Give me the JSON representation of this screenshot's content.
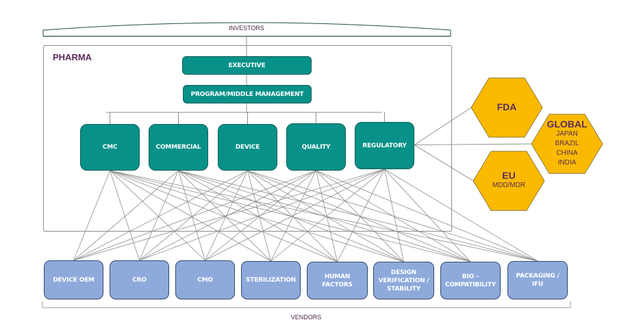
{
  "investors": {
    "label": "INVESTORS"
  },
  "pharma": {
    "label": "PHARMA",
    "executive": "EXECUTIVE",
    "middle_management": "PROGRAM/MIDDLE MANAGEMENT",
    "departments": [
      "CMC",
      "COMMERCIAL",
      "DEVICE",
      "QUALITY",
      "REGULATORY"
    ]
  },
  "regulators": [
    {
      "id": "fda",
      "title": "FDA",
      "lines": []
    },
    {
      "id": "global",
      "title": "GLOBAL",
      "lines": [
        "JAPAN",
        "BRAZIL",
        "CHINA",
        "INDIA"
      ]
    },
    {
      "id": "eu",
      "title": "EU",
      "lines": [
        "MDD/MDR"
      ]
    }
  ],
  "vendors": {
    "label": "VENDORS",
    "items": [
      "DEVICE OEM",
      "CRO",
      "CMO",
      "STERILIZATION",
      "HUMAN FACTORS",
      "DESIGN VERIFICATION / STABILITY",
      "BIO – COMPATIBILITY",
      "PACKAGING / IFU"
    ]
  },
  "colors": {
    "teal": "#079188",
    "vendor_blue": "#8eaadb",
    "hex_gold": "#fbba00",
    "text_purple": "#5b2c5a",
    "line_gray": "#8c8c8c"
  }
}
